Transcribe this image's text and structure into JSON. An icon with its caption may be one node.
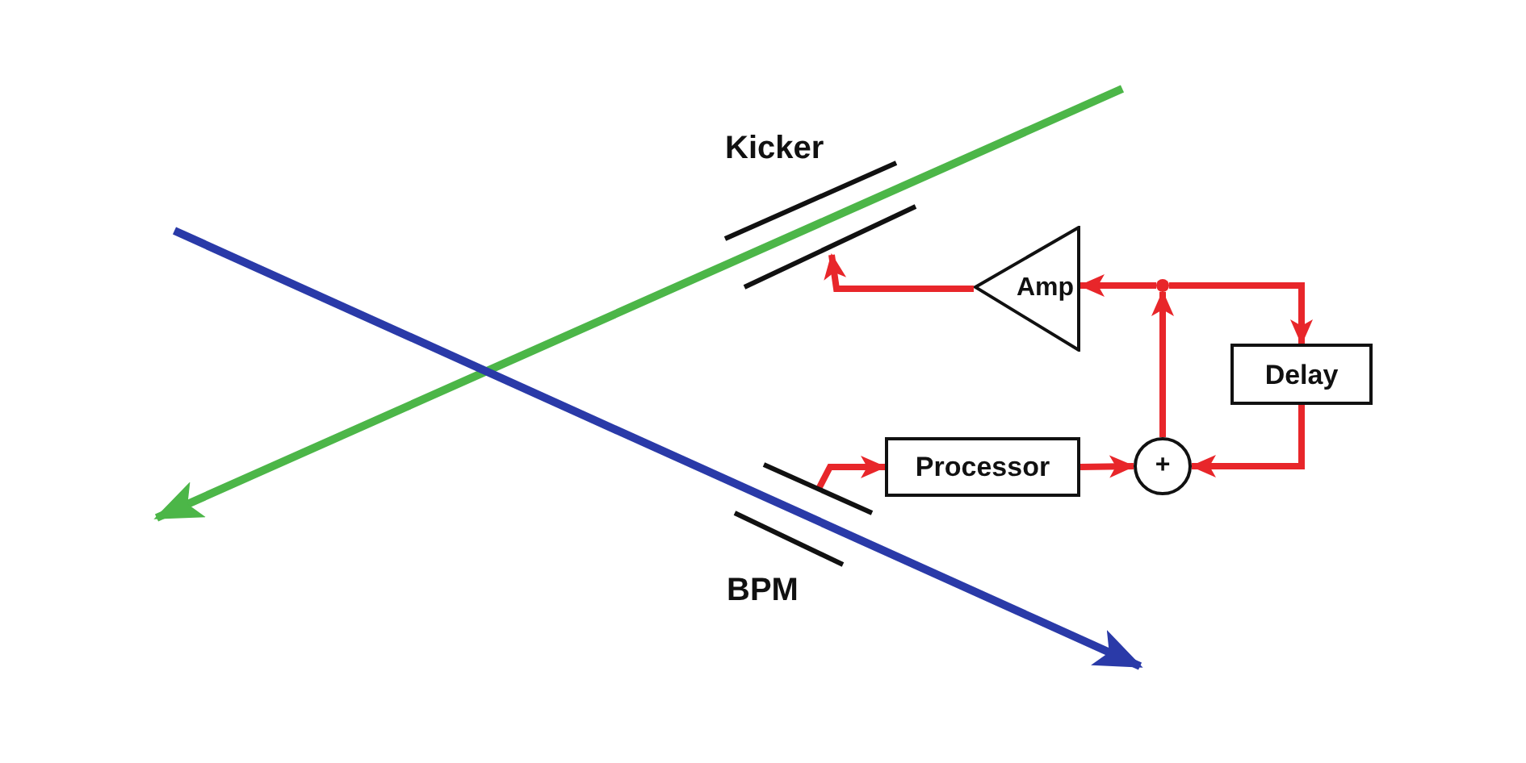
{
  "diagram": {
    "nodes": [
      {
        "text": [
          "Kicker"
        ]
      },
      {
        "text": [
          "BPM"
        ]
      },
      {
        "text": [
          "Amp"
        ]
      },
      {
        "text": [
          "Delay"
        ]
      },
      {
        "text": [
          "Processor"
        ]
      },
      {
        "text": [
          "+"
        ]
      },
      {
        "text": [],
        "shape": "circle"
      }
    ],
    "edges": [
      {
        "from": 1,
        "to": 4,
        "arrow": "to"
      },
      {
        "from": 4,
        "to": 5,
        "arrow": "to"
      },
      {
        "from": 5,
        "to": 6,
        "arrow": "to"
      },
      {
        "from": 6,
        "to": 2,
        "arrow": "to"
      },
      {
        "from": 6,
        "to": 3,
        "arrow": "to"
      },
      {
        "from": 3,
        "to": 5,
        "arrow": "to"
      },
      {
        "from": 2,
        "to": 0,
        "arrow": "to"
      }
    ]
  }
}
